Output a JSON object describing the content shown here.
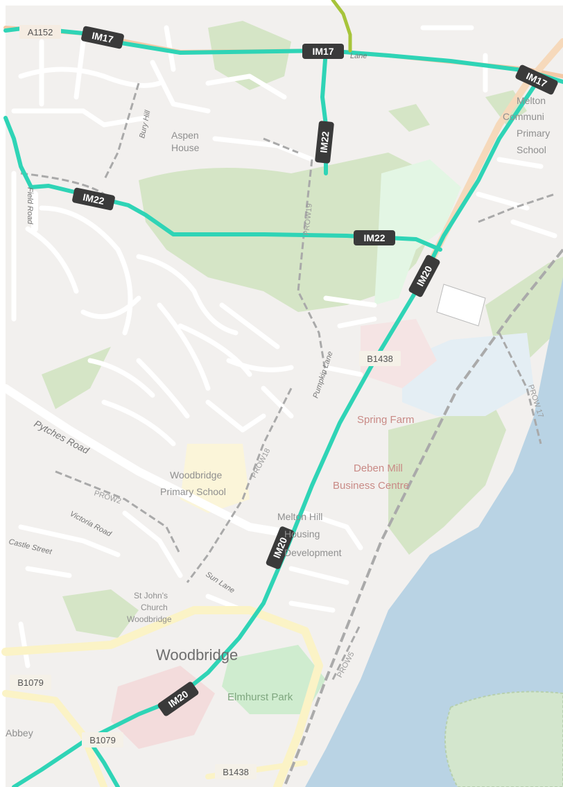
{
  "routes": {
    "im17": "IM17",
    "im22": "IM22",
    "im20": "IM20",
    "route_color": "#2fd4b6"
  },
  "road_numbers": {
    "b1438": "B1438",
    "b1079": "B1079",
    "a1152": "A1152"
  },
  "places": {
    "aspen_house_1": "Aspen",
    "aspen_house_2": "House",
    "melton_school_1": "Melton",
    "melton_school_2": "Communi",
    "melton_school_3": "Primary",
    "melton_school_4": "School",
    "woodbridge_primary_1": "Woodbridge",
    "woodbridge_primary_2": "Primary School",
    "spring_farm": "Spring Farm",
    "deben_mill_1": "Deben Mill",
    "deben_mill_2": "Business Centre",
    "melton_hill_1": "Melton Hill",
    "melton_hill_2": "Housing",
    "melton_hill_3": "Development",
    "st_johns_1": "St John's",
    "st_johns_2": "Church",
    "st_johns_3": "Woodbridge",
    "woodbridge": "Woodbridge",
    "elmhurst_park": "Elmhurst Park",
    "abbey": "Abbey"
  },
  "roads": {
    "bury_hill": "Bury Hill",
    "pytches_road": "Pytches Road",
    "victoria_road": "Victoria Road",
    "castle_street": "Castle Street",
    "sun_lane": "Sun Lane",
    "pump_lane": "Pumpkin Lane",
    "lane": "Lane",
    "field_road": "Field Road"
  },
  "paths": {
    "prow19": "PROW19",
    "prow18": "PROW18",
    "prow2": "PROW2",
    "prow17": "PROW 17",
    "prow5": "PROW5"
  },
  "colors": {
    "land": "#f2f0ee",
    "road": "#ffffff",
    "woodland": "#d5e5c6",
    "water": "#b9d3e4",
    "marsh": "#cfe0e9",
    "school": "#fbf5d9",
    "park": "#cfeccf"
  }
}
